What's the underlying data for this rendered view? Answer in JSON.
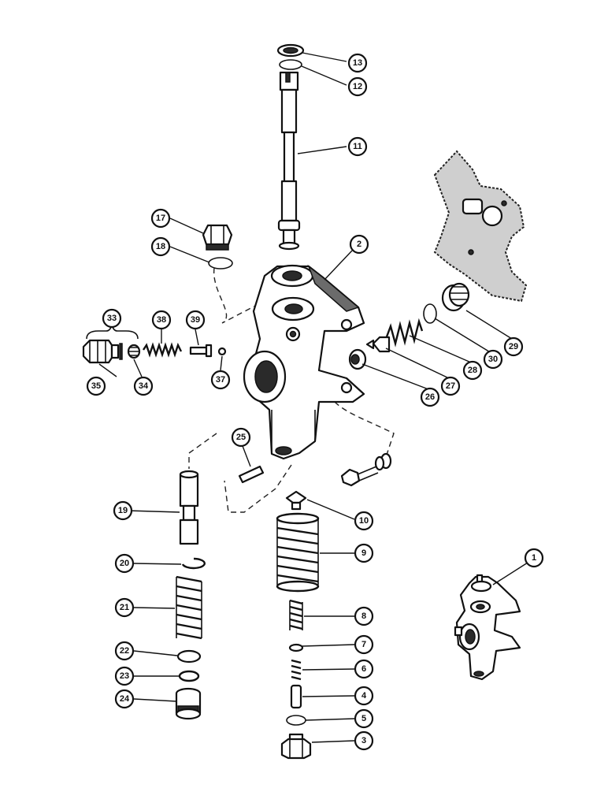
{
  "callouts": [
    "1",
    "2",
    "3",
    "4",
    "5",
    "6",
    "7",
    "8",
    "9",
    "10",
    "11",
    "12",
    "13",
    "17",
    "18",
    "19",
    "20",
    "21",
    "22",
    "23",
    "24",
    "25",
    "26",
    "27",
    "28",
    "29",
    "30",
    "33",
    "34",
    "35",
    "37",
    "38",
    "39"
  ],
  "icons": {
    "main_body": "valve-body-icon",
    "small_view": "valve-assembly-icon",
    "gasket": "gasket-icon"
  }
}
